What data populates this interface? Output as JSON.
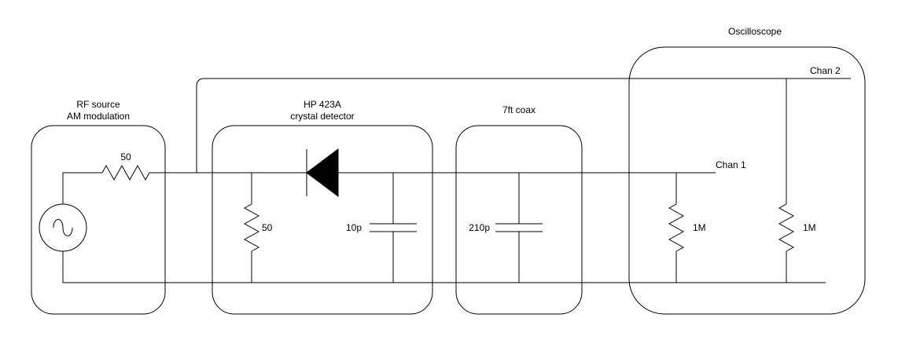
{
  "blocks": {
    "rf_source": {
      "line1": "RF source",
      "line2": "AM modulation"
    },
    "detector": {
      "line1": "HP 423A",
      "line2": "crystal detector"
    },
    "coax": {
      "line1": "7ft coax"
    },
    "scope": {
      "line1": "Oscilloscope"
    }
  },
  "components": {
    "source_series_resistor": "50",
    "detector_shunt_resistor": "50",
    "detector_capacitor": "10p",
    "coax_capacitance": "210p",
    "scope_ch1_input_resistor": "1M",
    "scope_ch2_input_resistor": "1M"
  },
  "channels": {
    "chan1": "Chan 1",
    "chan2": "Chan 2"
  }
}
